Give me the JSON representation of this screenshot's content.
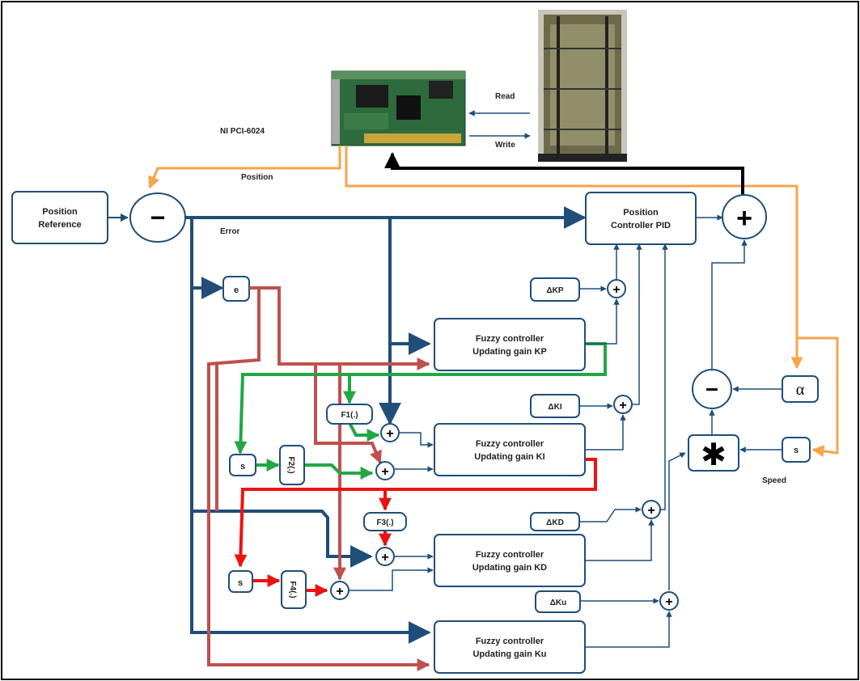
{
  "labels": {
    "daq": "NI PCI-6024",
    "read": "Read",
    "write": "Write",
    "position_fb": "Position",
    "ref_line1": "Position",
    "ref_line2": "Reference",
    "error": "Error",
    "pid_line1": "Position",
    "pid_line2": "Controller PID",
    "speed": "Speed",
    "alpha": "α",
    "s": "s",
    "minus": "−",
    "plus": "+",
    "star": "✱",
    "e": "e"
  },
  "fuzzy": [
    {
      "line1": "Fuzzy controller",
      "line2": "Updating gain KP"
    },
    {
      "line1": "Fuzzy controller",
      "line2": "Updating gain KI"
    },
    {
      "line1": "Fuzzy controller",
      "line2": "Updating gain KD"
    },
    {
      "line1": "Fuzzy controller",
      "line2": "Updating gain Ku"
    }
  ],
  "gains": {
    "kp": "ΔKP",
    "ki": "ΔKI",
    "kd": "ΔKD",
    "ku": "ΔKu"
  },
  "funcs": {
    "f1": "F1(.)",
    "f2": "F2(.)",
    "f3": "F3(.)",
    "f4": "F4(.)"
  },
  "colors": {
    "blue": "#1f4e79",
    "brown": "#c0504d",
    "green": "#22a745",
    "red": "#ee1111",
    "orange": "#f7a44a",
    "black": "#000000"
  }
}
